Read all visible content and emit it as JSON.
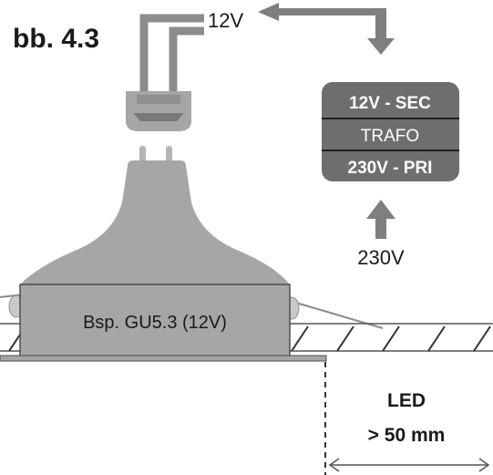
{
  "figure_label": "bb. 4.3",
  "top_voltage": "12V",
  "bottom_voltage": "230V",
  "transformer": {
    "secondary": "12V - SEC",
    "name": "TRAFO",
    "primary": "230V - PRI"
  },
  "lamp_label": "Bsp. GU5.3 (12V)",
  "distance": {
    "line1": "LED",
    "line2": "> 50 mm"
  },
  "colors": {
    "arrow_gray": "#7f7f7f",
    "wire_gray": "#8c8c8c",
    "trafo_bg": "#6e6e6e",
    "lamp_gray": "#a6a6a6",
    "text_dark": "#1a1a1a",
    "white": "#ffffff"
  }
}
